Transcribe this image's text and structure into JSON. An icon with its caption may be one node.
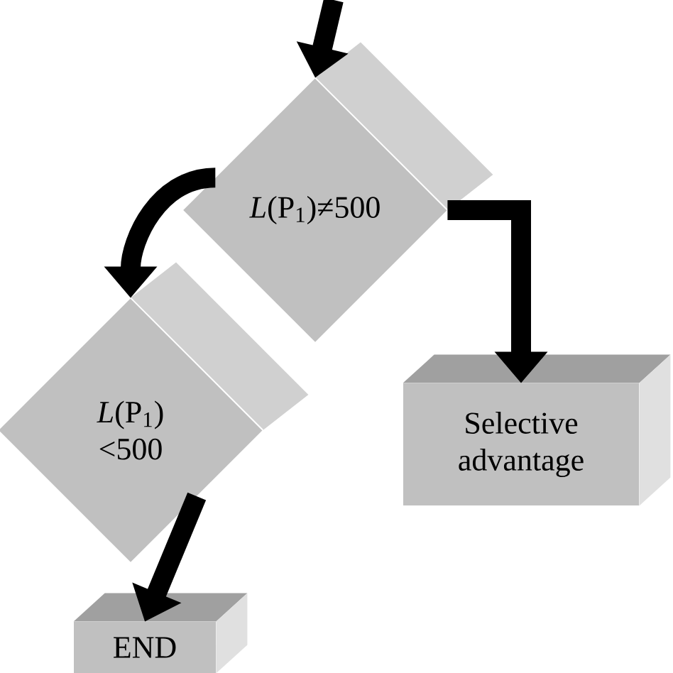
{
  "diagram": {
    "nodes": [
      {
        "text": [
          "*L*(P$_{1}$)≠500"
        ]
      },
      {
        "text": [
          "*L*(P$_{1}$) <500"
        ]
      },
      {
        "text": [
          "Selective advantage"
        ]
      },
      {
        "text": [
          "END"
        ]
      }
    ],
    "edges": [
      {
        "from": null,
        "to": 0,
        "arrow": "to"
      },
      {
        "from": 0,
        "to": 1,
        "arrow": "to"
      },
      {
        "from": 0,
        "to": 2,
        "arrow": "to"
      },
      {
        "from": 1,
        "to": 3,
        "arrow": "to"
      }
    ]
  }
}
